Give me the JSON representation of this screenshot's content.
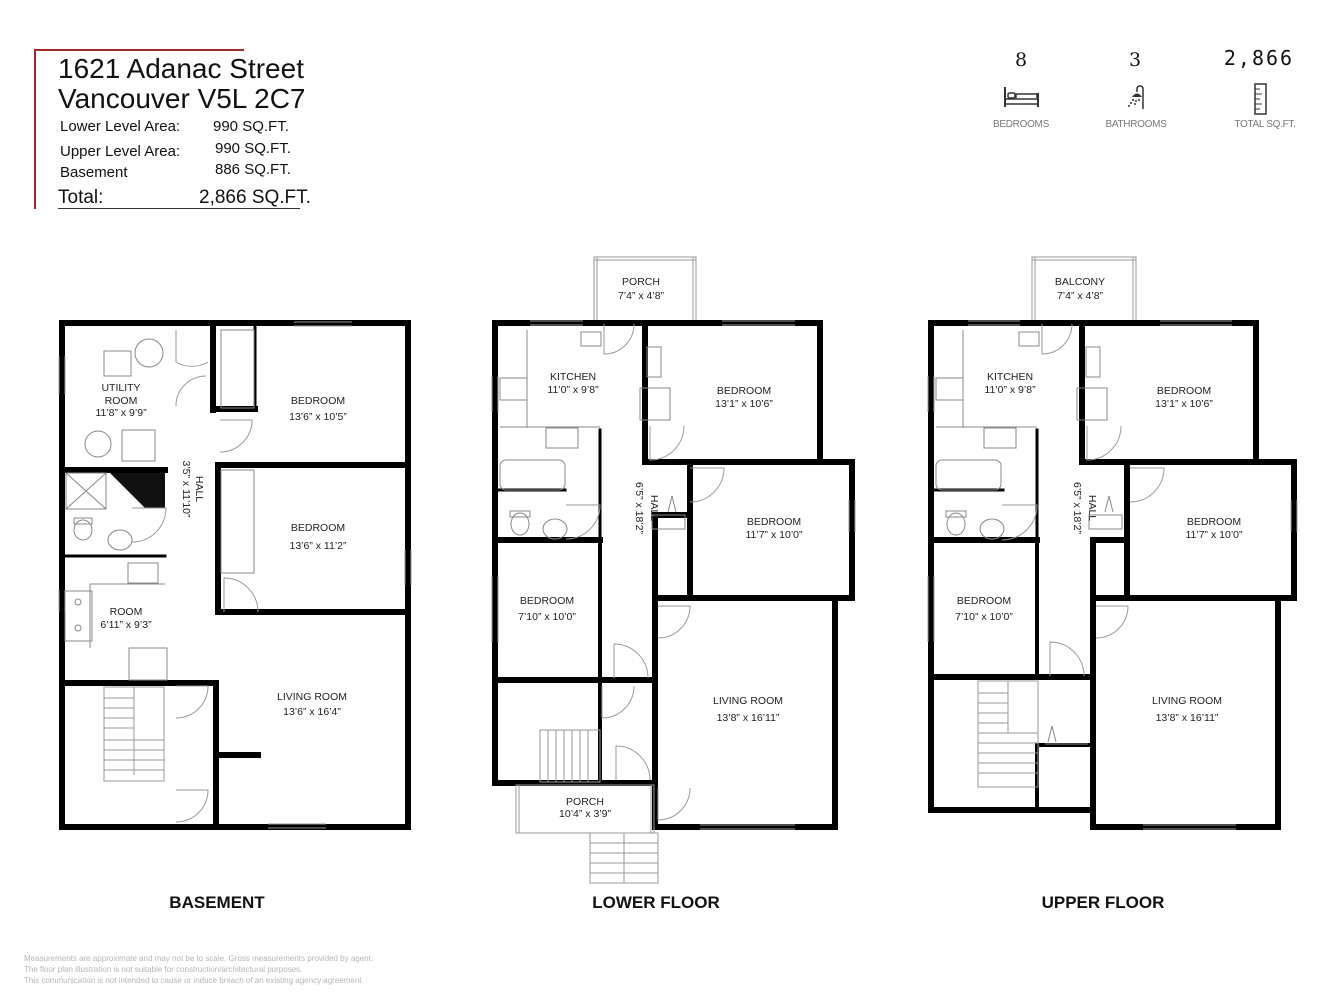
{
  "header": {
    "address_line1": "1621 Adanac Street",
    "address_line2": "Vancouver V5L 2C7",
    "areas": [
      {
        "label": "Lower Level Area:",
        "value": "990 SQ.FT."
      },
      {
        "label": "Upper Level Area:",
        "value": "990 SQ.FT."
      },
      {
        "label": "Basement",
        "value": "886 SQ.FT."
      }
    ],
    "total_label": "Total:",
    "total_value": "2,866 SQ.FT."
  },
  "stats": [
    {
      "value": "8",
      "label": "BEDROOMS",
      "icon": "bed-icon"
    },
    {
      "value": "3",
      "label": "BATHROOMS",
      "icon": "shower-icon"
    },
    {
      "value": "2,866",
      "label": "TOTAL SQ.FT.",
      "icon": "ruler-icon"
    }
  ],
  "floors": {
    "basement": {
      "title": "BASEMENT",
      "rooms": [
        {
          "name": "UTILITY",
          "name2": "ROOM",
          "dim": "11’8” x 9’9”"
        },
        {
          "name": "BEDROOM",
          "dim": "13’6” x 10’5”"
        },
        {
          "name": "HALL",
          "dim": "3’5” x 11’10”"
        },
        {
          "name": "BEDROOM",
          "dim": "13’6” x 11’2”"
        },
        {
          "name": "ROOM",
          "dim": "6’11” x 9’3”"
        },
        {
          "name": "LIVING ROOM",
          "dim": "13’6” x 16’4”"
        }
      ]
    },
    "lower": {
      "title": "LOWER FLOOR",
      "rooms": [
        {
          "name": "PORCH",
          "dim": "7’4” x 4’8”"
        },
        {
          "name": "KITCHEN",
          "dim": "11’0” x 9’8”"
        },
        {
          "name": "BEDROOM",
          "dim": "13’1” x 10’6”"
        },
        {
          "name": "BEDROOM",
          "dim": "11’7” x 10’0”"
        },
        {
          "name": "HALL",
          "dim": "6’5” x 18’2”"
        },
        {
          "name": "BEDROOM",
          "dim": "7’10” x 10’0”"
        },
        {
          "name": "LIVING ROOM",
          "dim": "13’8” x 16’11”"
        },
        {
          "name": "PORCH",
          "dim": "10’4” x 3’9”"
        }
      ]
    },
    "upper": {
      "title": "UPPER FLOOR",
      "rooms": [
        {
          "name": "BALCONY",
          "dim": "7’4” x 4’8”"
        },
        {
          "name": "KITCHEN",
          "dim": "11’0” x 9’8”"
        },
        {
          "name": "BEDROOM",
          "dim": "13’1” x 10’6”"
        },
        {
          "name": "BEDROOM",
          "dim": "11’7” x 10’0”"
        },
        {
          "name": "HALL",
          "dim": "6’5” x 18’2”"
        },
        {
          "name": "BEDROOM",
          "dim": "7’10” x 10’0”"
        },
        {
          "name": "LIVING ROOM",
          "dim": "13’8” x 16’11”"
        }
      ]
    }
  },
  "disclaimer": [
    "Measurements are approximate and may not be to scale. Gross measurements provided by agent.",
    "The floor plan illustration is not suitable for construction/architectural purposes.",
    "This communication is not intended to cause or induce breach of an existing agency agreement"
  ],
  "colors": {
    "accent_bar": "#a32a2a",
    "wall": "#000000",
    "muted": "#777777"
  }
}
